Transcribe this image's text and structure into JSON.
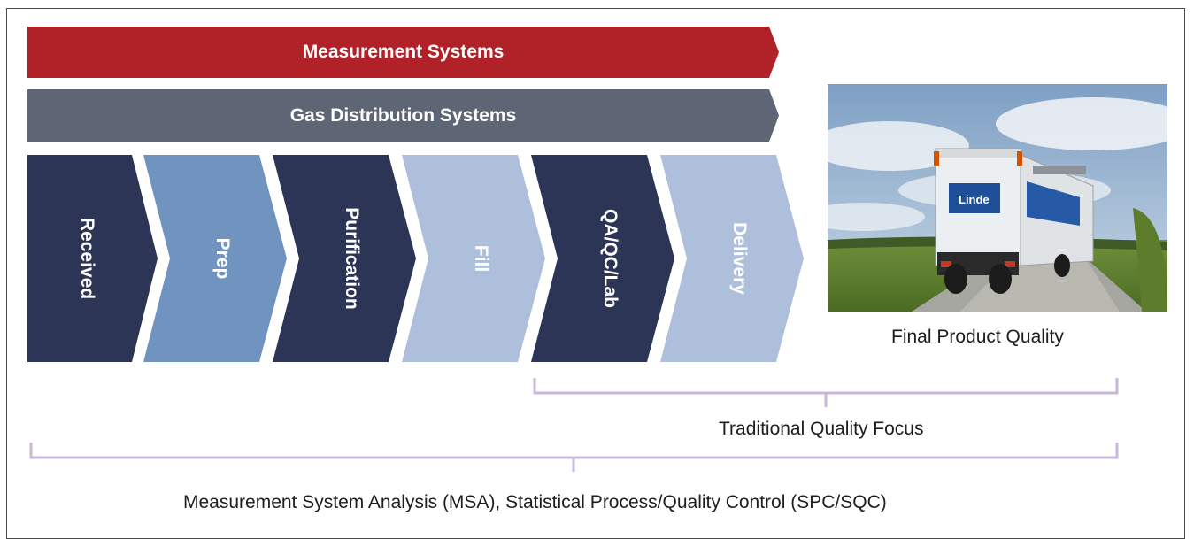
{
  "bands": {
    "measurement_systems": "Measurement Systems",
    "gas_distribution_systems": "Gas Distribution Systems"
  },
  "steps": [
    {
      "label": "Received"
    },
    {
      "label": "Prep"
    },
    {
      "label": "Purification"
    },
    {
      "label": "Fill"
    },
    {
      "label": "QA/QC/Lab"
    },
    {
      "label": "Delivery"
    }
  ],
  "photo": {
    "caption": "Final Product Quality",
    "truck_logo_text": "Linde"
  },
  "brackets": {
    "traditional_quality_focus": "Traditional Quality Focus",
    "msa_spc": "Measurement System Analysis (MSA), Statistical Process/Quality Control (SPC/SQC)"
  },
  "colors": {
    "measurement_band": "#b12228",
    "distribution_band": "#5e6574",
    "dark_step": "#2d3556",
    "mid_step": "#7193bf",
    "light_step": "#aebfdb",
    "bracket": "#c9b8d8"
  }
}
